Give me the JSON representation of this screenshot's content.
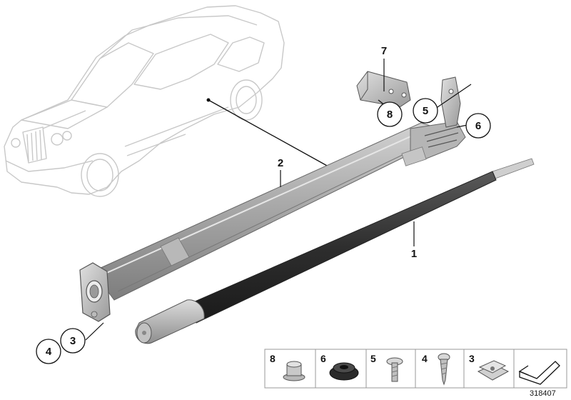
{
  "callouts": {
    "umbrella": "1",
    "tube": "2",
    "nut_left": "3",
    "screw_left": "4",
    "bolt_upper": "5",
    "grommet_upper": "6",
    "bracket": "7",
    "bolt_bracket": "8"
  },
  "legend": {
    "items": [
      {
        "number": "8",
        "part": "flange-bolt"
      },
      {
        "number": "6",
        "part": "grommet"
      },
      {
        "number": "5",
        "part": "bolt"
      },
      {
        "number": "4",
        "part": "self-tapping-screw"
      },
      {
        "number": "3",
        "part": "clip-nut"
      }
    ],
    "arrow_icon": "arrow-icon"
  },
  "diagram_id": "318407",
  "colors": {
    "car_outline": "#c8c8c8",
    "tube_grey": "#a9a9a9",
    "umbrella_dark": "#3a3a3a",
    "line": "#111111"
  }
}
